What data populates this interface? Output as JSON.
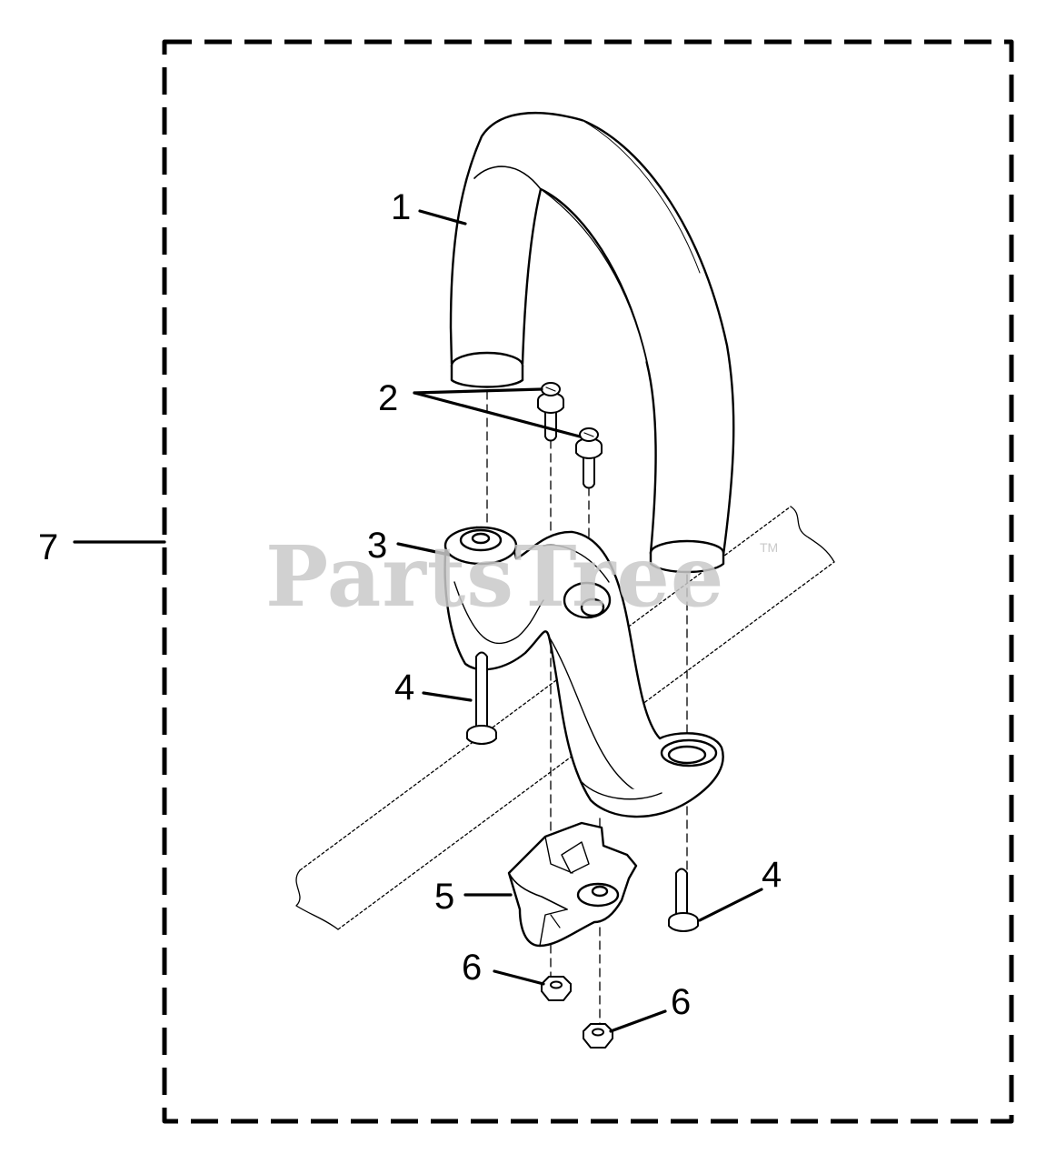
{
  "callouts": {
    "c1": "1",
    "c2": "2",
    "c3": "3",
    "c4a": "4",
    "c4b": "4",
    "c5": "5",
    "c6a": "6",
    "c6b": "6",
    "c7": "7"
  },
  "watermark": {
    "text": "PartsTree",
    "tm": "TM"
  },
  "colors": {
    "line": "#000000",
    "watermark": "#c9c9c9",
    "background": "#ffffff"
  }
}
